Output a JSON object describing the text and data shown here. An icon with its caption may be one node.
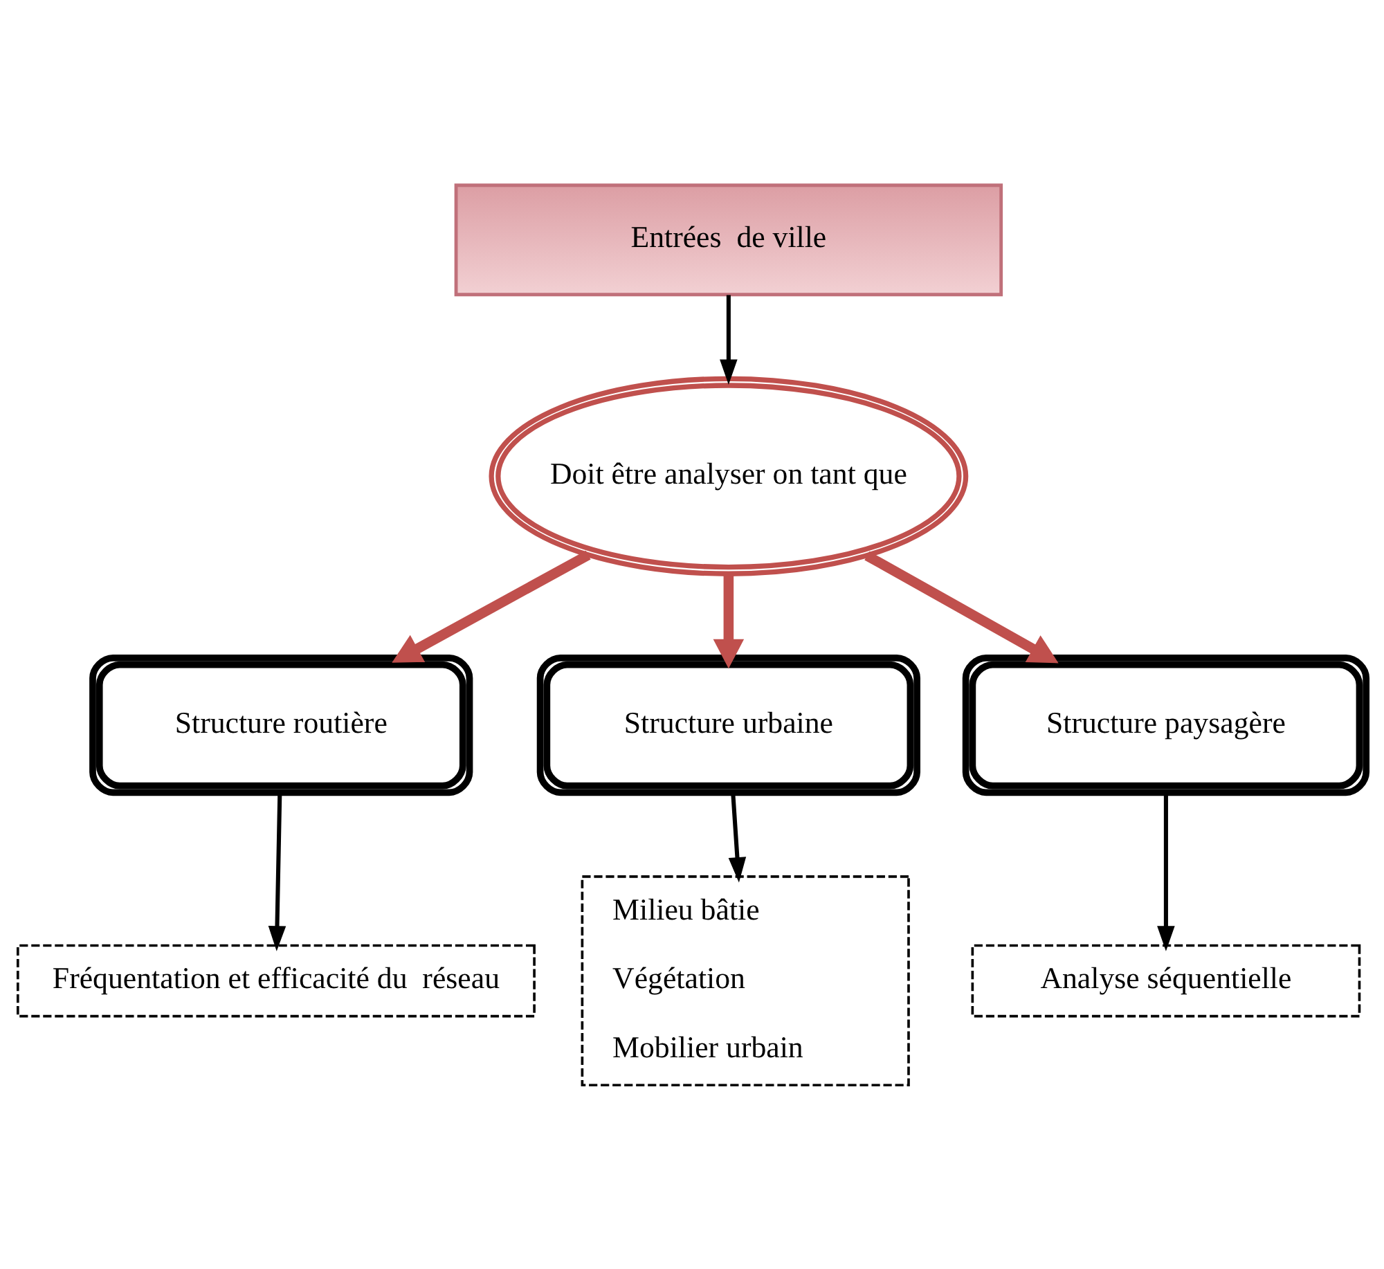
{
  "diagram": {
    "nodes": [
      {
        "text": [
          "Entrées  de ville"
        ]
      },
      {
        "text": [
          "Doit être analyser on tant que"
        ]
      },
      {
        "text": [
          "Structure routière"
        ]
      },
      {
        "text": [
          "Structure urbaine"
        ]
      },
      {
        "text": [
          "Structure paysagère"
        ]
      },
      {
        "text": [
          "Fréquentation et efficacité du  réseau"
        ]
      },
      {
        "text": [
          "Milieu bâtie",
          "Végétation",
          "Mobilier urbain"
        ]
      },
      {
        "text": [
          "Analyse séquentielle"
        ]
      }
    ],
    "edges": [
      {
        "from": 0,
        "to": 1,
        "arrow": "to"
      },
      {
        "from": 1,
        "to": 2,
        "arrow": "to",
        "style": "thick",
        "color": "#c0504d"
      },
      {
        "from": 1,
        "to": 3,
        "arrow": "to",
        "style": "thick",
        "color": "#c0504d"
      },
      {
        "from": 1,
        "to": 4,
        "arrow": "to",
        "style": "thick",
        "color": "#c0504d"
      },
      {
        "from": 2,
        "to": 5,
        "arrow": "to"
      },
      {
        "from": 3,
        "to": 6,
        "arrow": "to"
      },
      {
        "from": 4,
        "to": 7,
        "arrow": "to"
      }
    ]
  }
}
